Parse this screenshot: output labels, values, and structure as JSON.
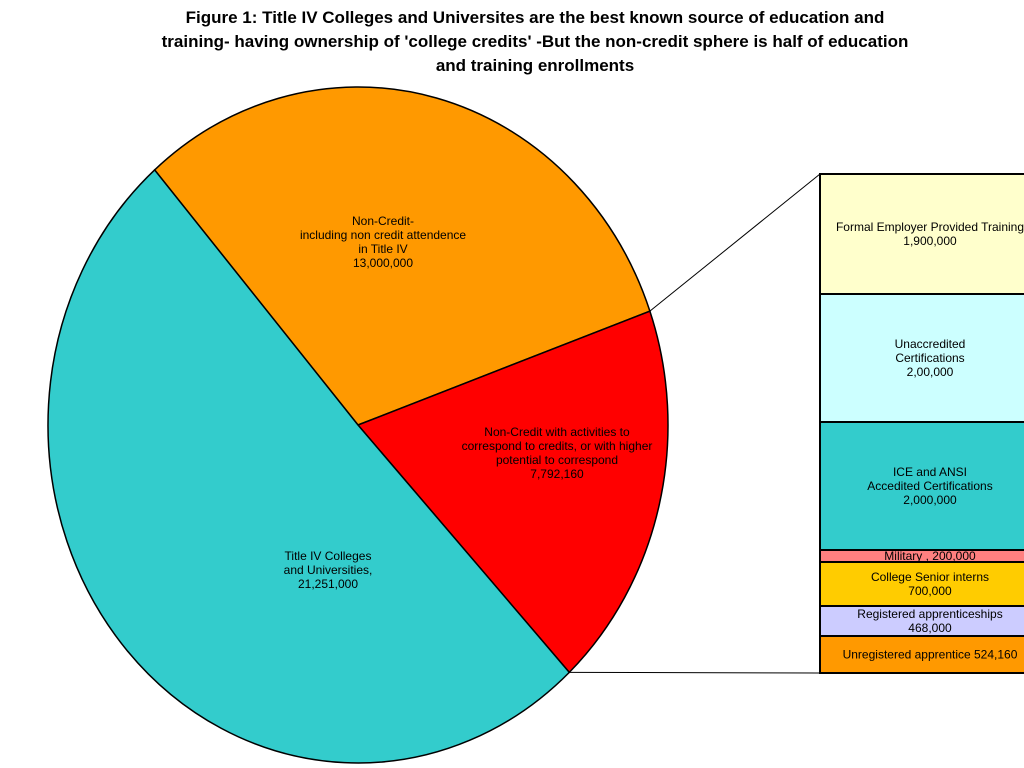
{
  "title_lines": [
    "Figure 1: Title IV Colleges and Universites are the best known source of education and",
    "training- having ownership of 'college credits' -But the non-credit sphere is half of education",
    "and training enrollments"
  ],
  "chart_data": [
    {
      "type": "pie",
      "slices": [
        {
          "label_lines": [
            "Non-Credit-",
            "including non credit attendence",
            "in Title IV",
            "13,000,000"
          ],
          "value": 13000000,
          "color": "#ff9900"
        },
        {
          "label_lines": [
            "Non-Credit with activities to",
            "correspond to credits, or with higher",
            "potential to correspond",
            "7,792,160"
          ],
          "value": 7792160,
          "color": "#ff0000"
        },
        {
          "label_lines": [
            "Title IV Colleges",
            "and Universities,",
            "21,251,000"
          ],
          "value": 21251000,
          "color": "#33cccc"
        }
      ]
    },
    {
      "type": "bar",
      "stacked": true,
      "segments": [
        {
          "label_lines": [
            "Formal Employer Provided Training",
            "1,900,000"
          ],
          "value": 1900000,
          "color": "#ffffcc"
        },
        {
          "label_lines": [
            "Unaccredited",
            "Certifications",
            "2,00,000"
          ],
          "value": 2000000,
          "color": "#ccffff"
        },
        {
          "label_lines": [
            "ICE and ANSI",
            "Accedited Certifications",
            "2,000,000"
          ],
          "value": 2000000,
          "color": "#33cccc"
        },
        {
          "label_lines": [
            "Military ,  200,000"
          ],
          "value": 200000,
          "color": "#ff8080"
        },
        {
          "label_lines": [
            "College Senior interns",
            "700,000"
          ],
          "value": 700000,
          "color": "#ffcc00"
        },
        {
          "label_lines": [
            "Registered apprenticeships",
            "468,000"
          ],
          "value": 468000,
          "color": "#ccccff"
        },
        {
          "label_lines": [
            "Unregistered apprentice 524,160"
          ],
          "value": 524160,
          "color": "#ff9900"
        }
      ]
    }
  ]
}
